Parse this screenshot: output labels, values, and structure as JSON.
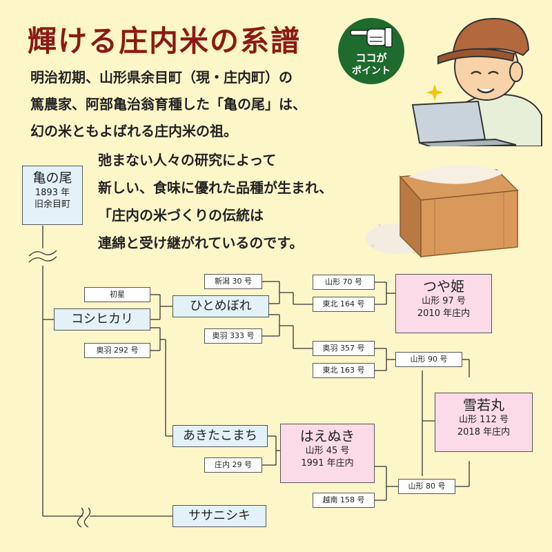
{
  "title": "輝ける庄内米の系譜",
  "badge": {
    "line1": "ココが",
    "line2": "ポイント"
  },
  "intro": [
    "明治初期、山形県余目町（現・庄内町）の",
    "篤農家、阿部亀治翁育種した「亀の尾」は、",
    "幻の米ともよばれる庄内米の祖。"
  ],
  "paragraph": [
    "弛まない人々の研究によって",
    "新しい、食味に優れた品種が生まれ、",
    "「庄内の米づくりの伝統は",
    "連綿と受け継がれているのです。"
  ],
  "tree": {
    "root": {
      "name": "亀の尾",
      "year": "1893 年",
      "place": "旧余目町"
    },
    "hatsuboshi": "初星",
    "koshihikari": "コシヒカリ",
    "ouu292": "奥羽 292 号",
    "niigata30": "新潟 30 号",
    "ouu333": "奥羽 333 号",
    "hitomebore": "ひとめぼれ",
    "yamagata70": "山形 70 号",
    "tohoku164": "東北 164 号",
    "ouu357": "奥羽 357 号",
    "tohoku163": "東北 163 号",
    "yamagata90": "山形 90 号",
    "tsuyahime": {
      "name": "つや姫",
      "code": "山形 97 号",
      "year": "2010 年庄内"
    },
    "yukiwakamaru": {
      "name": "雪若丸",
      "code": "山形 112 号",
      "year": "2018 年庄内"
    },
    "akitakomachi": "あきたこまち",
    "shonai29": "庄内 29 号",
    "haenuki": {
      "name": "はえぬき",
      "code": "山形 45 号",
      "year": "1991 年庄内"
    },
    "yamagata80": "山形 80 号",
    "etsunan158": "越南 158 号",
    "sasanishiki": "ササニシキ"
  }
}
